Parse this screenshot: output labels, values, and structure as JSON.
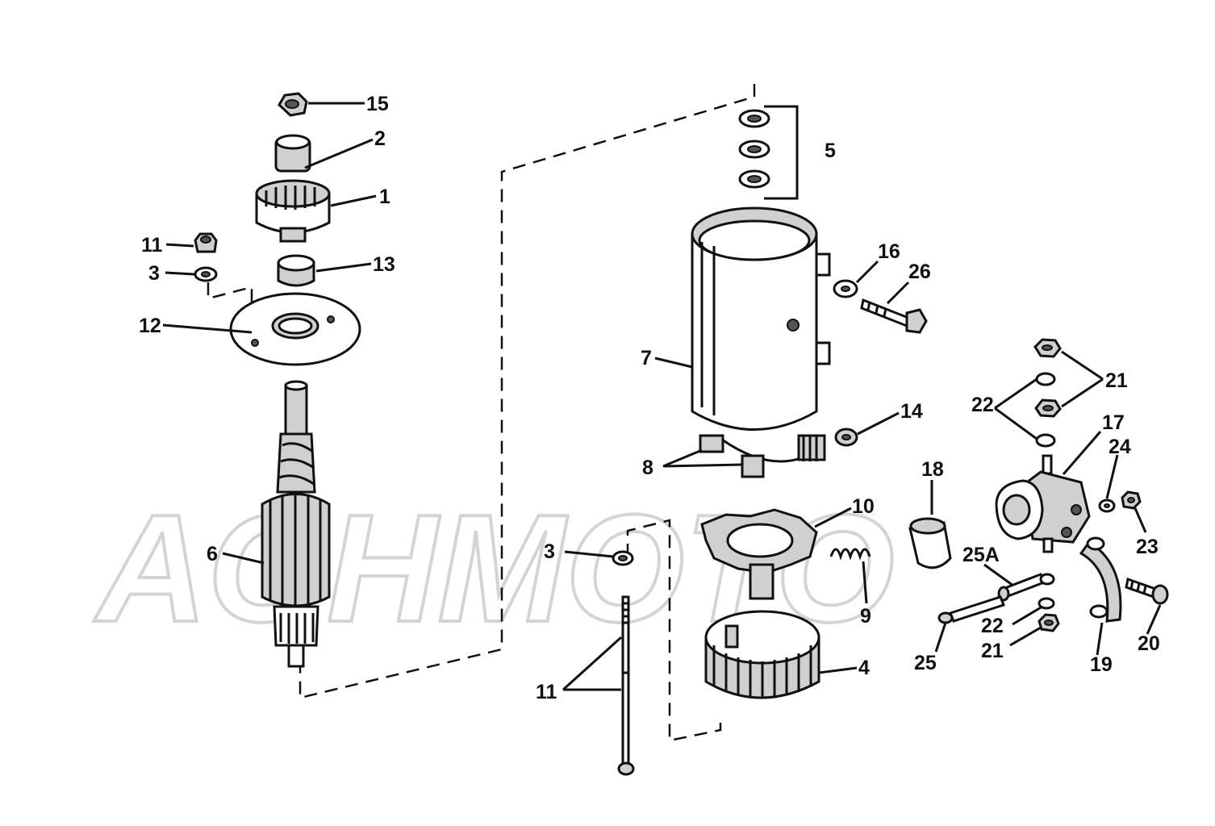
{
  "watermark": "AOHMOTO",
  "callouts": {
    "c15": "15",
    "c2": "2",
    "c1": "1",
    "c11a": "11",
    "c3a": "3",
    "c13": "13",
    "c12": "12",
    "c6": "6",
    "c5": "5",
    "c16": "16",
    "c26": "26",
    "c7": "7",
    "c14": "14",
    "c8": "8",
    "c10": "10",
    "c9": "9",
    "c3b": "3",
    "c11b": "11",
    "c4": "4",
    "c18": "18",
    "c21a": "21",
    "c22a": "22",
    "c17": "17",
    "c24": "24",
    "c23": "23",
    "c25A": "25A",
    "c22b": "22",
    "c21b": "21",
    "c25": "25",
    "c19": "19",
    "c20": "20"
  },
  "colors": {
    "ink": "#111111",
    "watermark": "#d4d4d4",
    "shade": "#d0d0d0"
  }
}
